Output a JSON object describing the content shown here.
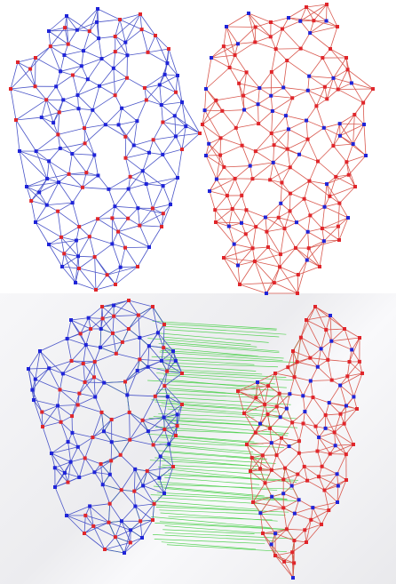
{
  "figure": {
    "panels": [
      {
        "id": "top-left",
        "mesh": "blue",
        "markers": "mixed"
      },
      {
        "id": "top-right",
        "mesh": "red",
        "markers": "mixed"
      },
      {
        "id": "bottom",
        "mesh": "blue+red",
        "correspondence": "green"
      }
    ],
    "colors": {
      "blue_edge": "#4a55c8",
      "red_edge": "#d9594f",
      "green_link": "#55d255",
      "blue_node": "#1f24d8",
      "red_node": "#e0262b",
      "background": "#ffffff"
    }
  }
}
